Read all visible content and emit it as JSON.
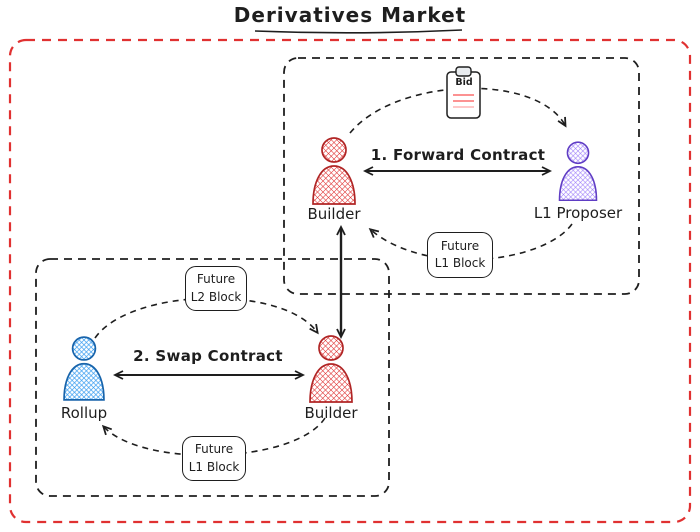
{
  "title": "Derivatives Market",
  "forward_market": {
    "builder": "Builder",
    "proposer": "L1 Proposer",
    "contract": "1. Forward Contract",
    "bid": "Bid",
    "future_block": {
      "line1": "Future",
      "line2": "L1 Block"
    }
  },
  "swap_market": {
    "rollup": "Rollup",
    "builder": "Builder",
    "contract": "2. Swap Contract",
    "future_l2_block": {
      "line1": "Future",
      "line2": "L2 Block"
    },
    "future_l1_block": {
      "line1": "Future",
      "line2": "L1 Block"
    }
  },
  "colors": {
    "outer_border": "#e03131",
    "inner_border": "#1e1e1e",
    "builder_stroke": "#b02525",
    "builder_hatch": "#e03131",
    "proposer_stroke": "#5f3dc4",
    "proposer_hatch": "#9775fa",
    "rollup_stroke": "#1864ab",
    "rollup_hatch": "#339af0",
    "clipboard_lines": "#fa5252"
  }
}
